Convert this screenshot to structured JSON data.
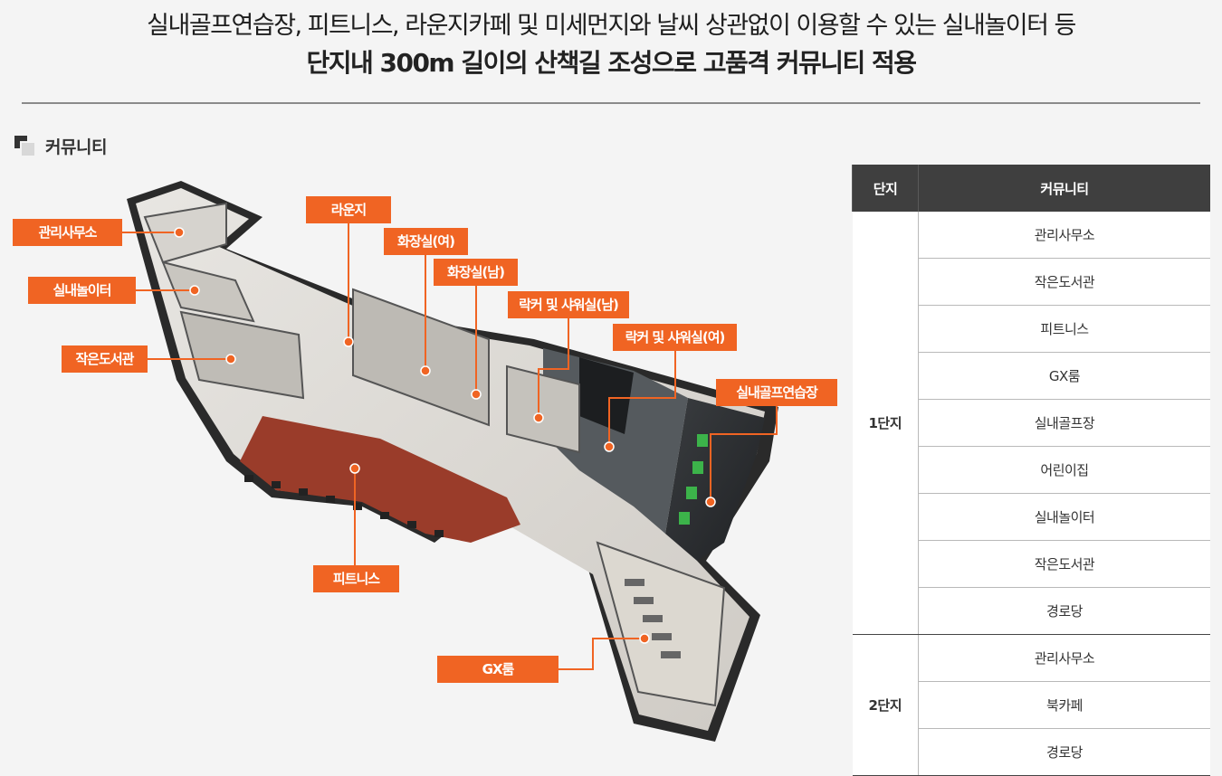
{
  "headline": {
    "line1": "실내골프연습장, 피트니스, 라운지카페 및 미세먼지와 날씨 상관없이 이용할 수 있는 실내놀이터 등",
    "line2": "단지내 300m 길이의 산책길 조성으로 고품격 커뮤니티 적용"
  },
  "section": {
    "title": "커뮤니티"
  },
  "labels": {
    "office": "관리사무소",
    "playroom": "실내놀이터",
    "library": "작은도서관",
    "lounge": "라운지",
    "restroom_f": "화장실(여)",
    "restroom_m": "화장실(남)",
    "locker_m": "락커 및 샤워실(남)",
    "locker_f": "락커 및 샤워실(여)",
    "golf": "실내골프연습장",
    "fitness": "피트니스",
    "gx": "GX룸"
  },
  "table": {
    "headers": [
      "단지",
      "커뮤니티"
    ],
    "groups": [
      {
        "complex": "1단지",
        "items": [
          "관리사무소",
          "작은도서관",
          "피트니스",
          "GX룸",
          "실내골프장",
          "어린이집",
          "실내놀이터",
          "작은도서관",
          "경로당"
        ]
      },
      {
        "complex": "2단지",
        "items": [
          "관리사무소",
          "북카페",
          "경로당"
        ]
      }
    ]
  },
  "colors": {
    "accent": "#f06423",
    "table_header": "#3f3f3f"
  },
  "icons": {
    "section": "section-bullet-icon"
  }
}
